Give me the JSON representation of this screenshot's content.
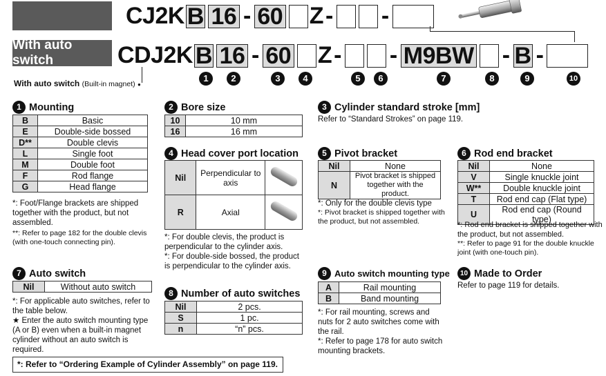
{
  "header": {
    "model1": {
      "prefix": "CJ2K",
      "boxes": [
        "B",
        "16",
        "60",
        "",
        "Z",
        "",
        "",
        ""
      ]
    },
    "model2": {
      "prefix": "CDJ2K",
      "boxes": [
        "B",
        "16",
        "60",
        "",
        "Z",
        "",
        "",
        "M9BW",
        "",
        "B",
        ""
      ]
    },
    "auto_switch_label": "With auto switch",
    "with_auto_switch_note_bold": "With auto switch",
    "with_auto_switch_note": "(Built-in magnet)",
    "numbers": [
      "1",
      "2",
      "3",
      "4",
      "5",
      "6",
      "7",
      "8",
      "9",
      "10"
    ]
  },
  "mounting": {
    "num": "1",
    "title": "Mounting",
    "rows": [
      [
        "B",
        "Basic"
      ],
      [
        "E",
        "Double-side bossed"
      ],
      [
        "D**",
        "Double clevis"
      ],
      [
        "L",
        "Single foot"
      ],
      [
        "M",
        "Double foot"
      ],
      [
        "F",
        "Rod flange"
      ],
      [
        "G",
        "Head flange"
      ]
    ],
    "notes": [
      "*: Foot/Flange brackets are shipped together with the product, but not assembled.",
      "**: Refer to page 182 for the double clevis (with one-touch connecting pin)."
    ]
  },
  "bore": {
    "num": "2",
    "title": "Bore size",
    "rows": [
      [
        "10",
        "10 mm"
      ],
      [
        "16",
        "16 mm"
      ]
    ]
  },
  "stroke": {
    "num": "3",
    "title": "Cylinder standard stroke [mm]",
    "note": "Refer to “Standard Strokes” on page 119."
  },
  "port": {
    "num": "4",
    "title": "Head cover port location",
    "rows": [
      [
        "Nil",
        "Perpendicular to axis"
      ],
      [
        "R",
        "Axial"
      ]
    ],
    "notes": [
      "*: For double clevis, the product is perpendicular to the cylinder axis.",
      "*: For double-side bossed, the product is perpendicular to the cylinder axis."
    ]
  },
  "pivot": {
    "num": "5",
    "title": "Pivot bracket",
    "rows": [
      [
        "Nil",
        "None"
      ],
      [
        "N",
        "Pivot bracket is shipped together with the product."
      ]
    ],
    "notes": [
      "*: Only for the double clevis type",
      "*: Pivot bracket is shipped together with the product, but not assembled."
    ]
  },
  "rodend": {
    "num": "6",
    "title": "Rod end bracket",
    "rows": [
      [
        "Nil",
        "None"
      ],
      [
        "V",
        "Single knuckle joint"
      ],
      [
        "W**",
        "Double knuckle joint"
      ],
      [
        "T",
        "Rod end cap (Flat type)"
      ],
      [
        "U",
        "Rod end cap (Round type)"
      ]
    ],
    "notes": [
      "*: Rod end bracket is shipped together with the product, but not assembled.",
      "**: Refer to page 91 for the double knuckle joint (with one-touch pin)."
    ]
  },
  "autoswitch": {
    "num": "7",
    "title": "Auto switch",
    "rows": [
      [
        "Nil",
        "Without auto switch"
      ]
    ],
    "notes": [
      "*: For applicable auto switches, refer to the table below.",
      "★ Enter the auto switch mounting type (A or B) even when a built-in magnet cylinder without an auto switch is required."
    ]
  },
  "numswitch": {
    "num": "8",
    "title": "Number of auto switches",
    "rows": [
      [
        "Nil",
        "2 pcs."
      ],
      [
        "S",
        "1 pc."
      ],
      [
        "n",
        "“n” pcs."
      ]
    ]
  },
  "mounttype": {
    "num": "9",
    "title": "Auto switch mounting type",
    "rows": [
      [
        "A",
        "Rail mounting"
      ],
      [
        "B",
        "Band mounting"
      ]
    ],
    "notes": [
      "*: For rail mounting, screws and nuts for 2 auto switches come with the rail.",
      "*: Refer to page 178 for auto switch mounting brackets."
    ]
  },
  "made": {
    "num": "10",
    "title": "Made to Order",
    "note": "Refer to page 119 for details."
  },
  "footer": "*: Refer to “Ordering Example of Cylinder Assembly” on page 119."
}
